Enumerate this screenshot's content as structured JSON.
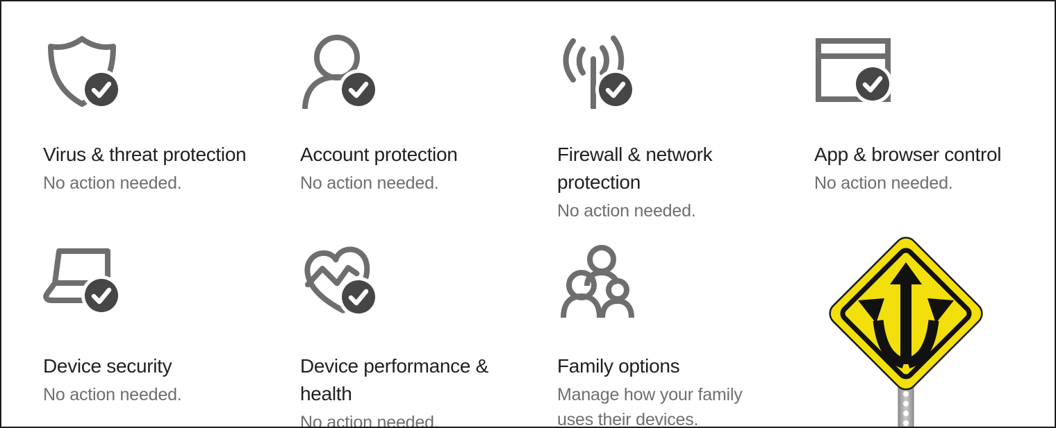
{
  "page": {
    "background": "#ffffff",
    "border_color": "#1c1c1c"
  },
  "colors": {
    "icon_stroke": "#6e6e6e",
    "badge_fill": "#464646",
    "title_text": "#1f1f1f",
    "status_text": "#6e6e6e",
    "sign_yellow": "#f2df0c",
    "sign_black": "#111111",
    "post_gray": "#b0b0b0"
  },
  "tiles": [
    {
      "id": "virus-threat-protection",
      "title": "Virus & threat protection",
      "status": "No action needed.",
      "icon": "shield-icon",
      "badge": "check"
    },
    {
      "id": "account-protection",
      "title": "Account protection",
      "status": "No action needed.",
      "icon": "person-icon",
      "badge": "check"
    },
    {
      "id": "firewall-network-protection",
      "title": "Firewall & network protection",
      "status": "No action needed.",
      "icon": "network-antenna-icon",
      "badge": "check"
    },
    {
      "id": "app-browser-control",
      "title": "App & browser control",
      "status": "No action needed.",
      "icon": "browser-window-icon",
      "badge": "check"
    },
    {
      "id": "device-security",
      "title": "Device security",
      "status": "No action needed.",
      "icon": "laptop-icon",
      "badge": "check"
    },
    {
      "id": "device-performance-health",
      "title": "Device performance & health",
      "status": "No action needed.",
      "icon": "heart-pulse-icon",
      "badge": "check"
    },
    {
      "id": "family-options",
      "title": "Family options",
      "status": "Manage how your family uses their devices.",
      "icon": "family-icon",
      "badge": "none"
    }
  ],
  "illustration": {
    "name": "three-way-intersection-road-sign"
  }
}
